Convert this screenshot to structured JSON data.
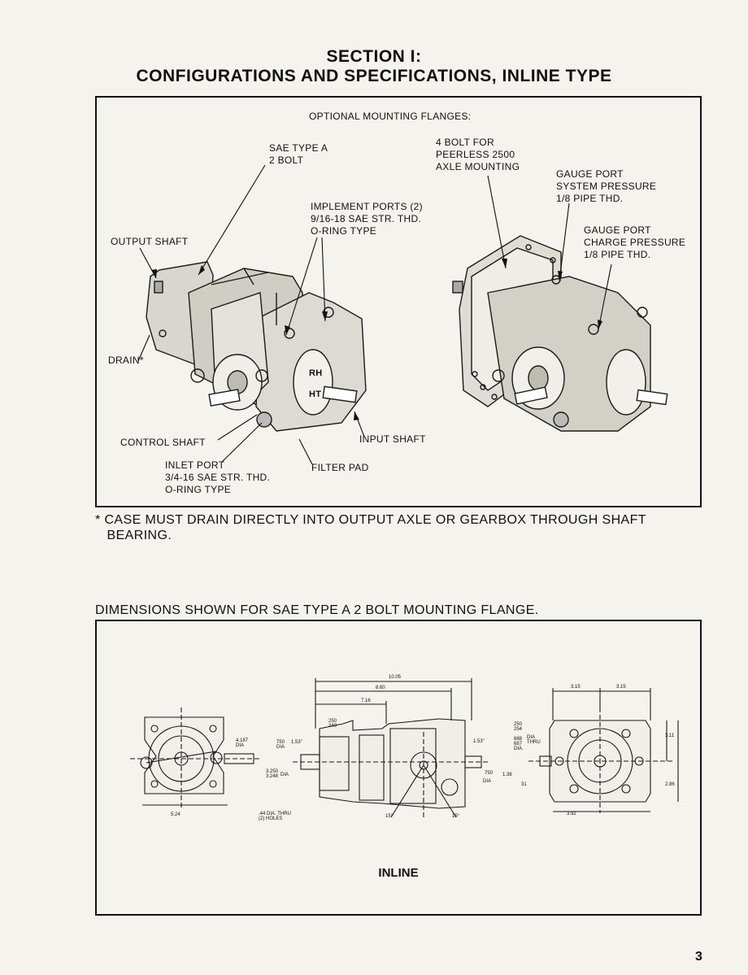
{
  "header": {
    "line1": "SECTION I:",
    "line2": "CONFIGURATIONS AND SPECIFICATIONS, INLINE TYPE"
  },
  "figure1": {
    "optional_flanges": "OPTIONAL MOUNTING FLANGES:",
    "sae_type_a": "SAE TYPE A\n2 BOLT",
    "four_bolt": "4 BOLT FOR\nPEERLESS 2500\nAXLE MOUNTING",
    "gauge_port_system": "GAUGE PORT\nSYSTEM PRESSURE\n1/8 PIPE THD.",
    "implement_ports": "IMPLEMENT PORTS (2)\n9/16-18 SAE STR. THD.\nO-RING TYPE",
    "gauge_port_charge": "GAUGE PORT\nCHARGE PRESSURE\n1/8 PIPE THD.",
    "output_shaft": "OUTPUT SHAFT",
    "drain": "DRAIN*",
    "control_shaft": "CONTROL SHAFT",
    "input_shaft": "INPUT SHAFT",
    "inlet_port": "INLET PORT\n3/4-16 SAE STR. THD.\nO-RING TYPE",
    "filter_pad": "FILTER PAD",
    "rh": "RH",
    "ht": "HT"
  },
  "notes": {
    "case_drain": "* CASE MUST DRAIN DIRECTLY INTO OUTPUT AXLE OR GEARBOX THROUGH SHAFT\n   BEARING.",
    "dimensions": "DIMENSIONS SHOWN FOR SAE TYPE A 2 BOLT MOUNTING FLANGE."
  },
  "figure2": {
    "d_1005": "10.05",
    "d_860": "8.60",
    "d_716": "7.16",
    "d_250_240": "250\n240",
    "d_4187": "4.187\nDIA",
    "d_750_dia": "750\nDIA",
    "d_153a": "1.53\"",
    "d_153b": "1.53\"",
    "d_3250": "3.250\n3.248",
    "d_dia": "DIA",
    "d_524": "5.24",
    "d_holes": ".44 DIA. THRU\n(2) HOLES",
    "d_15a": "15°",
    "d_15b": "15°",
    "d_250_254": "250\n254",
    "d_688": "688\n687\nDIA.",
    "d_diathru": "DIA\nTHRU",
    "d_750b": "750",
    "d_138": "1.38",
    "d_diab": "DIA",
    "d_31": "31",
    "d_315a": "3.15",
    "d_315b": "3.15",
    "d_311": "3.11",
    "d_286": "2.86",
    "d_392": "3.92",
    "caption": "INLINE"
  },
  "page_number": "3"
}
